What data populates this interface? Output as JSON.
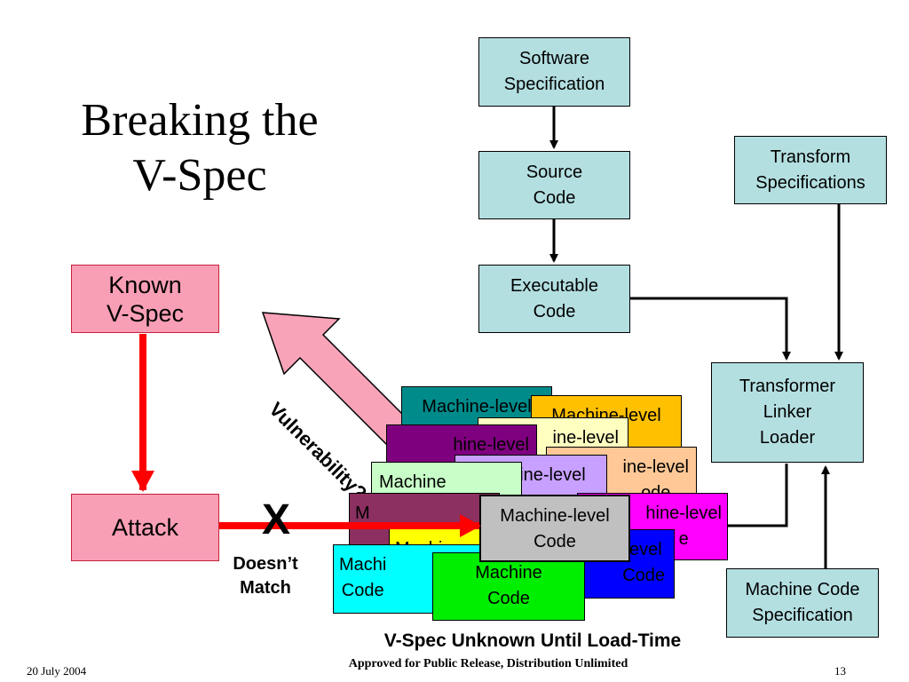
{
  "title": {
    "line1": "Breaking the",
    "line2": "V-Spec"
  },
  "flow": {
    "software_spec": "Software\nSpecification",
    "source_code": "Source\nCode",
    "executable_code": "Executable\nCode",
    "transform_spec": "Transform\nSpecifications",
    "transformer": "Transformer\nLinker\nLoader",
    "machine_code_spec": "Machine Code\nSpecification"
  },
  "left": {
    "known_vspec": "Known\nV-Spec",
    "attack": "Attack",
    "x_mark": "X",
    "doesnt_match": "Doesn’t\nMatch",
    "vulnerability": "Vulnerability??"
  },
  "stack": {
    "cards": [
      {
        "text": "Machine-level",
        "color": "#008b8b"
      },
      {
        "text": "Machine-level",
        "color": "#ffc000"
      },
      {
        "text": "ine-level",
        "color": "#ffffc0"
      },
      {
        "text": "hine-level",
        "color": "#7f007f"
      },
      {
        "text": "ine-level\node",
        "color": "#ffc896"
      },
      {
        "text": "Machine-level",
        "color": "#c8a0ff"
      },
      {
        "text": "Machine\nCod",
        "color": "#c8ffc8"
      },
      {
        "text": "M",
        "color": "#8b3060"
      },
      {
        "text": "hine-level\ne",
        "color": "#ff00ff"
      },
      {
        "text": "Machine",
        "color": "#ffff00"
      },
      {
        "text": "Machi\nCode",
        "color": "#00ffff"
      },
      {
        "text": "level\nCode",
        "color": "#0000ff"
      },
      {
        "text": "Machine\nCode",
        "color": "#00ee00"
      },
      {
        "text": "Machine-level\nCode",
        "color": "#c0c0c0"
      }
    ]
  },
  "caption": "V-Spec Unknown Until Load-Time",
  "footer": {
    "date": "20 July 2004",
    "release": "Approved for Public Release, Distribution Unlimited",
    "page": "13"
  }
}
